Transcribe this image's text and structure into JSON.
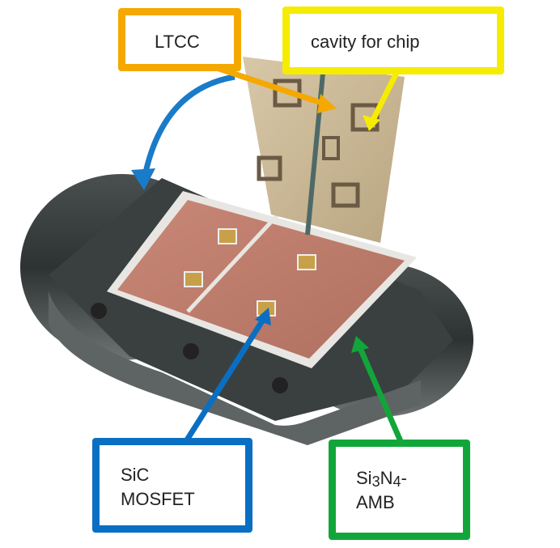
{
  "labels": {
    "ltcc": "LTCC",
    "cavity": "cavity for chip",
    "sic_line1": "SiC",
    "sic_line2": "MOSFET",
    "amb_si": "Si",
    "amb_3": "3",
    "amb_n": "N",
    "amb_4": "4",
    "amb_dash": "-",
    "amb_line2": "AMB"
  },
  "colors": {
    "ltcc": "#f5a800",
    "cavity": "#f5ec00",
    "sic": "#0a6fc2",
    "amb": "#12a63a"
  }
}
